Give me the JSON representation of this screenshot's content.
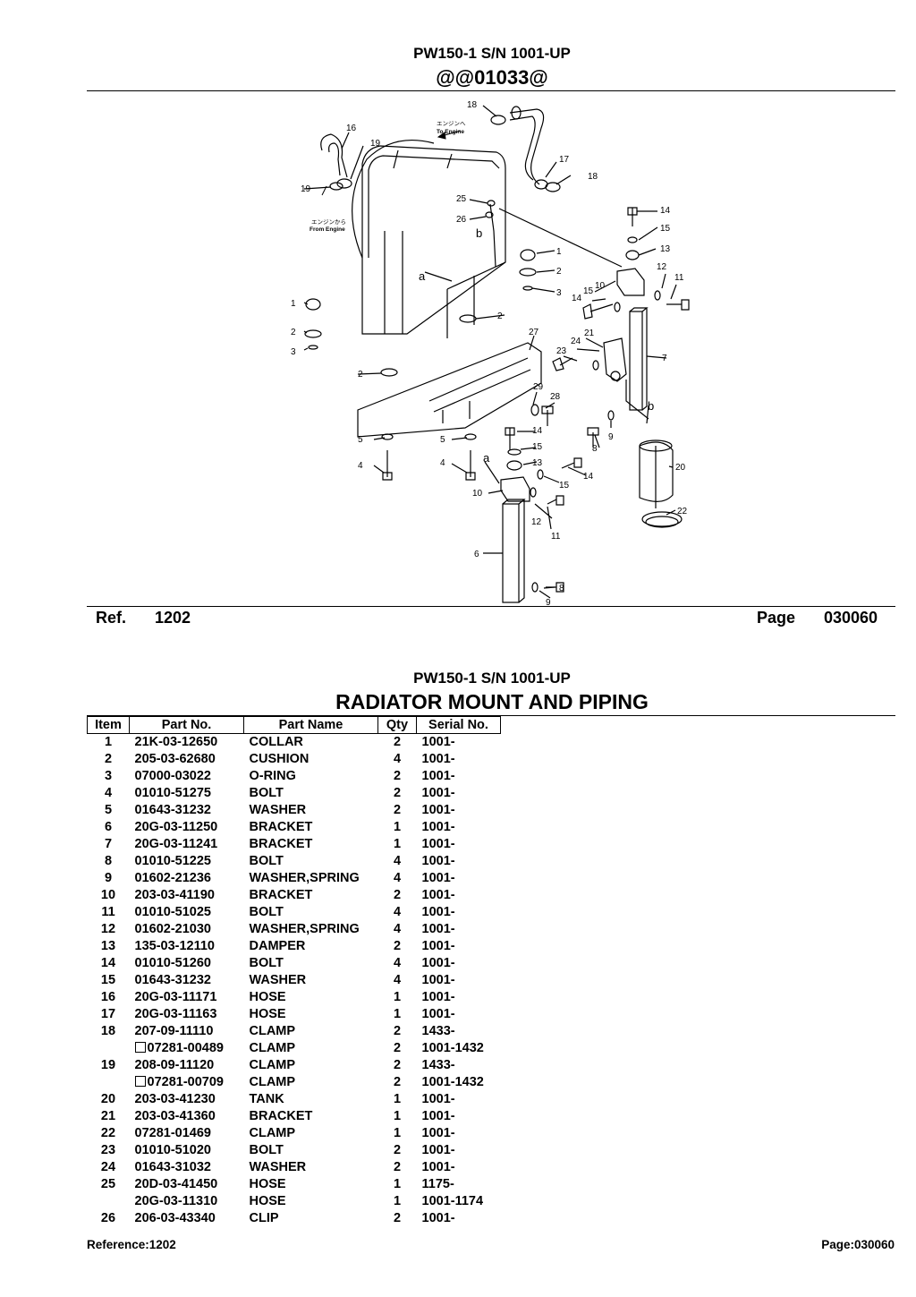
{
  "header": {
    "model": "PW150-1 S/N 1001-UP",
    "code": "@@01033@"
  },
  "diagram": {
    "labels": [
      "18",
      "16",
      "19",
      "17",
      "18",
      "19",
      "25",
      "26",
      "b",
      "14",
      "15",
      "13",
      "12",
      "11",
      "a",
      "1",
      "2",
      "3",
      "10",
      "15",
      "14",
      "1",
      "2",
      "3",
      "2",
      "27",
      "21",
      "24",
      "23",
      "7",
      "2",
      "29",
      "28",
      "b",
      "8",
      "9",
      "14",
      "15",
      "13",
      "5",
      "5",
      "4",
      "4",
      "a",
      "10",
      "14",
      "15",
      "12",
      "11",
      "20",
      "22",
      "6",
      "8",
      "9"
    ],
    "annotation_to_engine_jp": "エンジンへ",
    "annotation_to_engine": "To Engine",
    "annotation_from_engine_jp": "エンジンから",
    "annotation_from_engine": "From Engine"
  },
  "ref_row": {
    "ref_label": "Ref.",
    "ref_value": "1202",
    "page_label": "Page",
    "page_value": "030060"
  },
  "section": {
    "model": "PW150-1 S/N 1001-UP",
    "title": "RADIATOR MOUNT AND PIPING"
  },
  "table": {
    "headers": [
      "Item",
      "Part No.",
      "Part Name",
      "Qty",
      "Serial No."
    ],
    "rows": [
      {
        "item": "1",
        "part": "21K-03-12650",
        "name": "COLLAR",
        "qty": "2",
        "serial": "1001-",
        "alt": false
      },
      {
        "item": "2",
        "part": "205-03-62680",
        "name": "CUSHION",
        "qty": "4",
        "serial": "1001-",
        "alt": false
      },
      {
        "item": "3",
        "part": "07000-03022",
        "name": "O-RING",
        "qty": "2",
        "serial": "1001-",
        "alt": false
      },
      {
        "item": "4",
        "part": "01010-51275",
        "name": "BOLT",
        "qty": "2",
        "serial": "1001-",
        "alt": false
      },
      {
        "item": "5",
        "part": "01643-31232",
        "name": "WASHER",
        "qty": "2",
        "serial": "1001-",
        "alt": false
      },
      {
        "item": "6",
        "part": "20G-03-11250",
        "name": "BRACKET",
        "qty": "1",
        "serial": "1001-",
        "alt": false
      },
      {
        "item": "7",
        "part": "20G-03-11241",
        "name": "BRACKET",
        "qty": "1",
        "serial": "1001-",
        "alt": false
      },
      {
        "item": "8",
        "part": "01010-51225",
        "name": "BOLT",
        "qty": "4",
        "serial": "1001-",
        "alt": false
      },
      {
        "item": "9",
        "part": "01602-21236",
        "name": "WASHER,SPRING",
        "qty": "4",
        "serial": "1001-",
        "alt": false
      },
      {
        "item": "10",
        "part": "203-03-41190",
        "name": "BRACKET",
        "qty": "2",
        "serial": "1001-",
        "alt": false
      },
      {
        "item": "11",
        "part": "01010-51025",
        "name": "BOLT",
        "qty": "4",
        "serial": "1001-",
        "alt": false
      },
      {
        "item": "12",
        "part": "01602-21030",
        "name": "WASHER,SPRING",
        "qty": "4",
        "serial": "1001-",
        "alt": false
      },
      {
        "item": "13",
        "part": "135-03-12110",
        "name": "DAMPER",
        "qty": "2",
        "serial": "1001-",
        "alt": false
      },
      {
        "item": "14",
        "part": "01010-51260",
        "name": "BOLT",
        "qty": "4",
        "serial": "1001-",
        "alt": false
      },
      {
        "item": "15",
        "part": "01643-31232",
        "name": "WASHER",
        "qty": "4",
        "serial": "1001-",
        "alt": false
      },
      {
        "item": "16",
        "part": "20G-03-11171",
        "name": "HOSE",
        "qty": "1",
        "serial": "1001-",
        "alt": false
      },
      {
        "item": "17",
        "part": "20G-03-11163",
        "name": "HOSE",
        "qty": "1",
        "serial": "1001-",
        "alt": false
      },
      {
        "item": "18",
        "part": "207-09-11110",
        "name": "CLAMP",
        "qty": "2",
        "serial": "1433-",
        "alt": false
      },
      {
        "item": "",
        "part": "07281-00489",
        "name": "CLAMP",
        "qty": "2",
        "serial": "1001-1432",
        "alt": true
      },
      {
        "item": "19",
        "part": "208-09-11120",
        "name": "CLAMP",
        "qty": "2",
        "serial": "1433-",
        "alt": false
      },
      {
        "item": "",
        "part": "07281-00709",
        "name": "CLAMP",
        "qty": "2",
        "serial": "1001-1432",
        "alt": true
      },
      {
        "item": "20",
        "part": "203-03-41230",
        "name": "TANK",
        "qty": "1",
        "serial": "1001-",
        "alt": false
      },
      {
        "item": "21",
        "part": "203-03-41360",
        "name": "BRACKET",
        "qty": "1",
        "serial": "1001-",
        "alt": false
      },
      {
        "item": "22",
        "part": "07281-01469",
        "name": "CLAMP",
        "qty": "1",
        "serial": "1001-",
        "alt": false
      },
      {
        "item": "23",
        "part": "01010-51020",
        "name": "BOLT",
        "qty": "2",
        "serial": "1001-",
        "alt": false
      },
      {
        "item": "24",
        "part": "01643-31032",
        "name": "WASHER",
        "qty": "2",
        "serial": "1001-",
        "alt": false
      },
      {
        "item": "25",
        "part": "20D-03-41450",
        "name": "HOSE",
        "qty": "1",
        "serial": "1175-",
        "alt": false
      },
      {
        "item": "",
        "part": "20G-03-11310",
        "name": "HOSE",
        "qty": "1",
        "serial": "1001-1174",
        "alt": false
      },
      {
        "item": "26",
        "part": "206-03-43340",
        "name": "CLIP",
        "qty": "2",
        "serial": "1001-",
        "alt": false
      }
    ]
  },
  "footer": {
    "reference": "Reference:1202",
    "page": "Page:030060"
  }
}
